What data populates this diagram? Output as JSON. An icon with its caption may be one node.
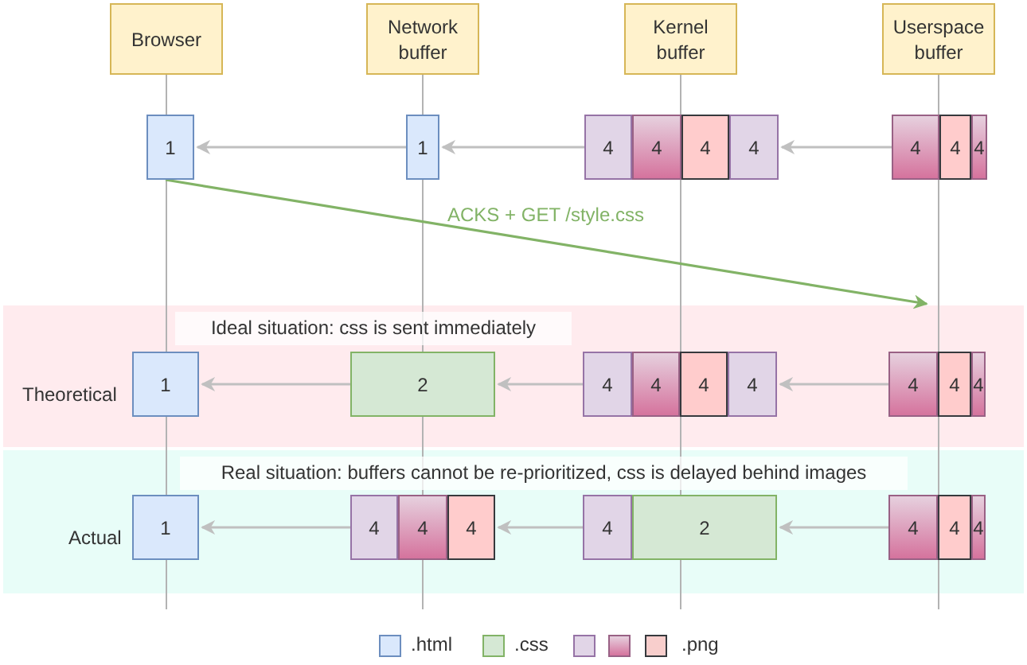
{
  "diagram": {
    "nodes": [
      {
        "text": [
          "Browser"
        ]
      },
      {
        "text": [
          "Network buffer"
        ]
      },
      {
        "text": [
          "Kernel buffer"
        ]
      },
      {
        "text": [
          "Userspace buffer"
        ]
      },
      {
        "text": [
          "1"
        ]
      },
      {
        "text": [
          "1"
        ]
      },
      {
        "text": [
          "4"
        ]
      },
      {
        "text": [
          "4"
        ]
      },
      {
        "text": [
          "4"
        ]
      },
      {
        "text": [
          "4"
        ]
      },
      {
        "text": [
          "4"
        ]
      },
      {
        "text": [
          "4"
        ]
      },
      {
        "text": [
          "4"
        ]
      },
      {
        "text": [
          "Ideal situation: css is sent immediately",
          "Theoretical"
        ]
      },
      {
        "text": [
          "1"
        ],
        "in": 13
      },
      {
        "text": [
          "2"
        ],
        "in": 13
      },
      {
        "text": [
          "4"
        ],
        "in": 13
      },
      {
        "text": [
          "4"
        ],
        "in": 13
      },
      {
        "text": [
          "4"
        ],
        "in": 13
      },
      {
        "text": [
          "4"
        ],
        "in": 13
      },
      {
        "text": [
          "4"
        ],
        "in": 13
      },
      {
        "text": [
          "4"
        ],
        "in": 13
      },
      {
        "text": [
          "4"
        ],
        "in": 13
      },
      {
        "text": [
          "Real situation: buffers cannot be re-prioritized, css is delayed behind images",
          "Actual"
        ]
      },
      {
        "text": [
          "1"
        ],
        "in": 23
      },
      {
        "text": [
          "4"
        ],
        "in": 23
      },
      {
        "text": [
          "4"
        ],
        "in": 23
      },
      {
        "text": [
          "4"
        ],
        "in": 23
      },
      {
        "text": [
          "4"
        ],
        "in": 23
      },
      {
        "text": [
          "2"
        ],
        "in": 23
      },
      {
        "text": [
          "4"
        ],
        "in": 23
      },
      {
        "text": [
          "4"
        ],
        "in": 23
      },
      {
        "text": [
          "4"
        ],
        "in": 23
      }
    ],
    "edges": [
      {
        "from": 5,
        "to": 4,
        "arrow": "to"
      },
      {
        "from": 6,
        "to": 5,
        "arrow": "to"
      },
      {
        "from": 10,
        "to": 9,
        "arrow": "to"
      },
      {
        "from": 4,
        "to": 13,
        "arrow": "to",
        "label": "ACKS + GET /style.css",
        "color": "#82b366"
      },
      {
        "from": 15,
        "to": 14,
        "arrow": "to"
      },
      {
        "from": 16,
        "to": 15,
        "arrow": "to"
      },
      {
        "from": 20,
        "to": 19,
        "arrow": "to"
      },
      {
        "from": 25,
        "to": 24,
        "arrow": "to"
      },
      {
        "from": 28,
        "to": 27,
        "arrow": "to"
      },
      {
        "from": 30,
        "to": 29,
        "arrow": "to"
      }
    ],
    "legend": [
      {
        "text": ".html",
        "color": "#dae8fc"
      },
      {
        "text": ".css",
        "color": "#d5e8d4"
      },
      {
        "text": ".png",
        "color": "#f8cecc"
      }
    ]
  }
}
